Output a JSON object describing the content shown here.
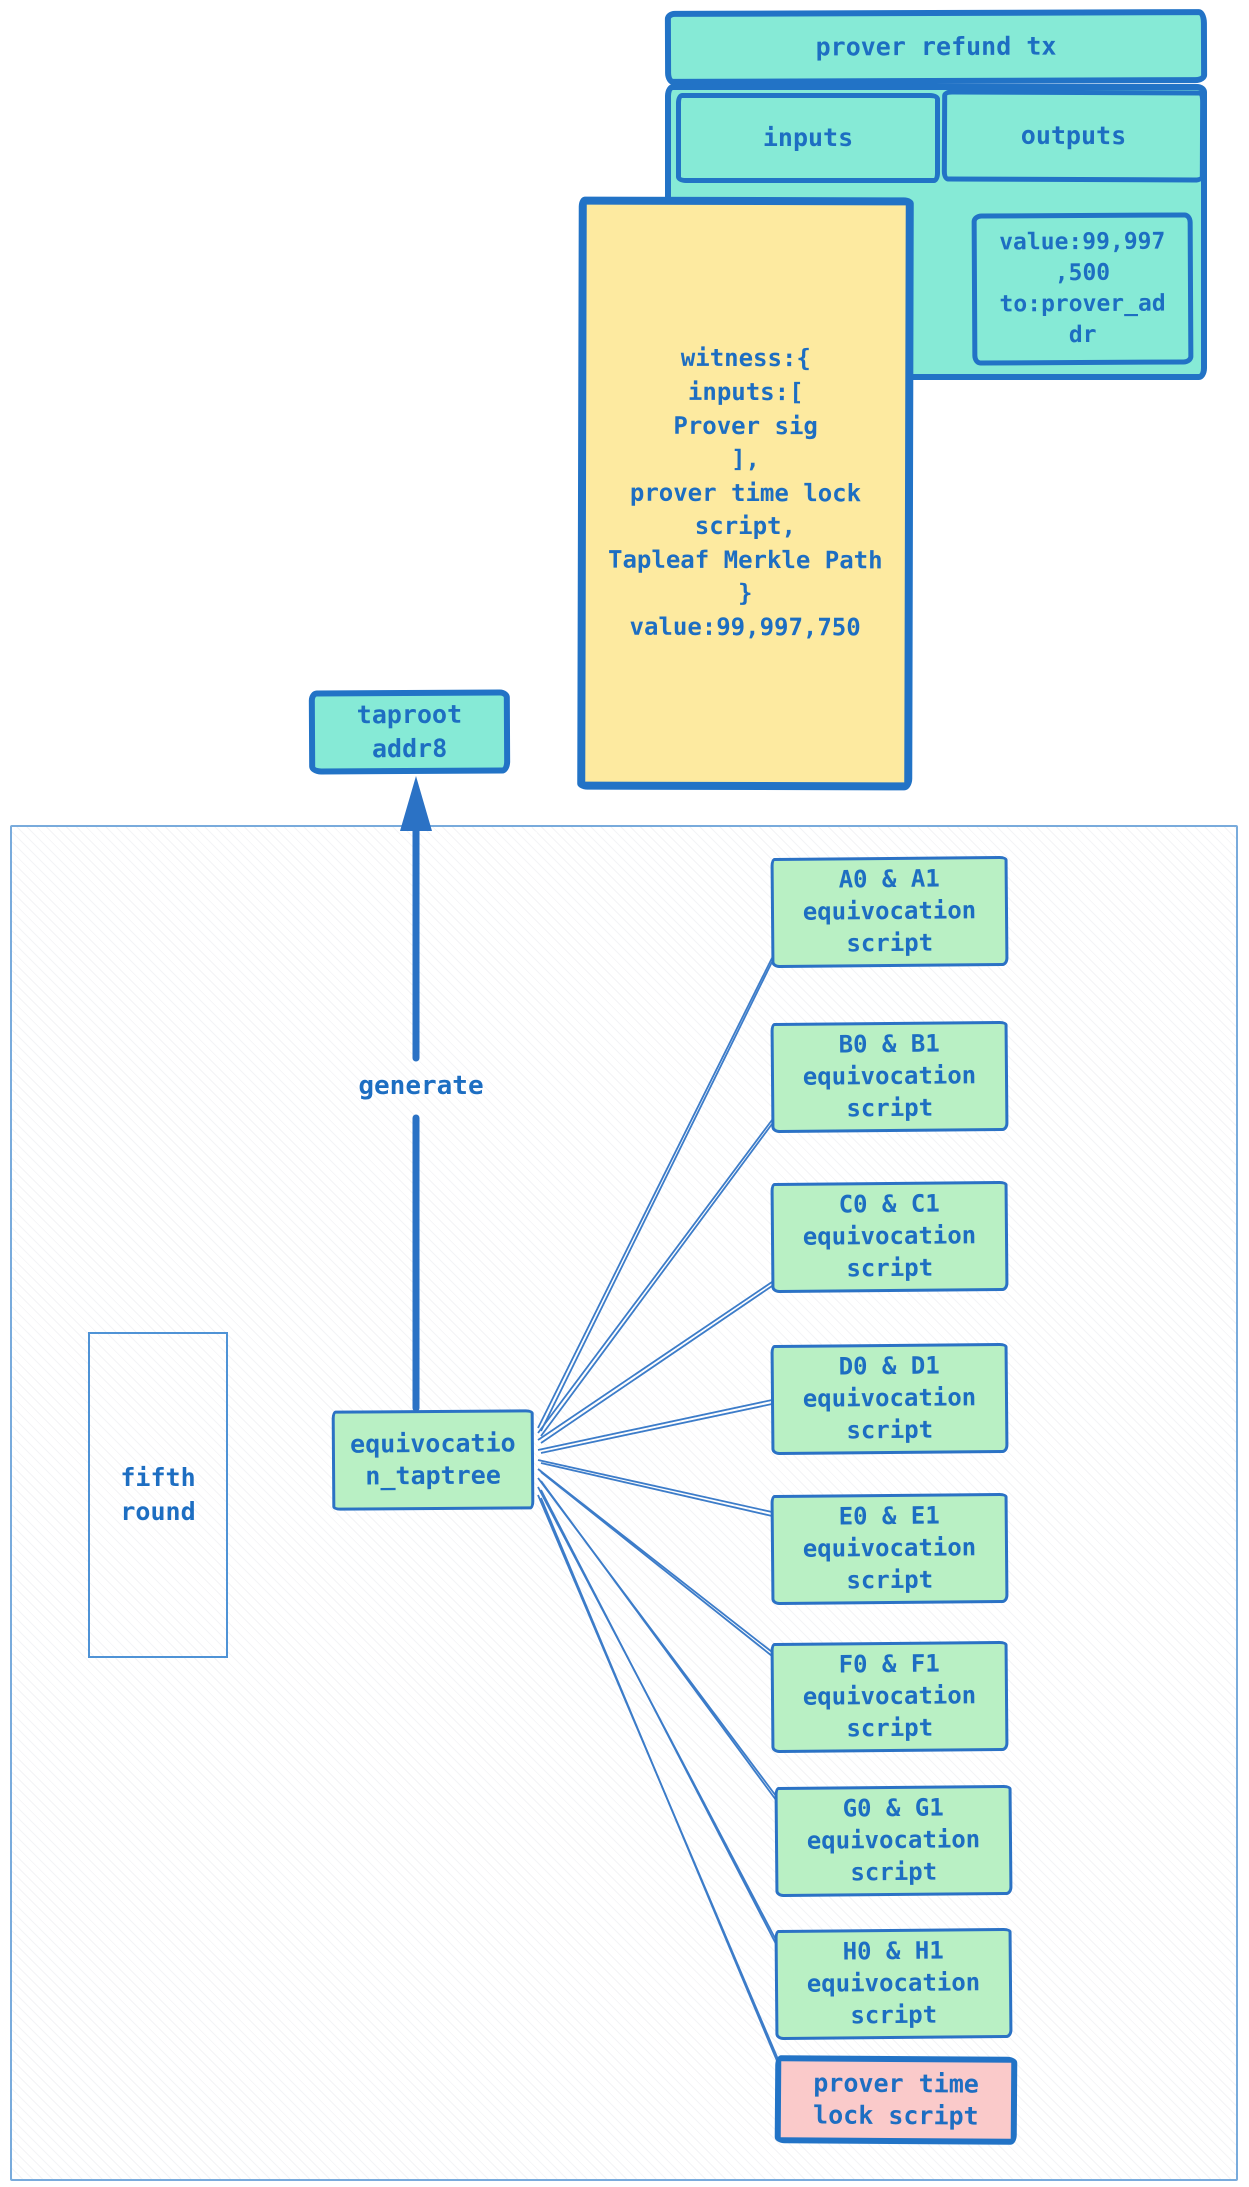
{
  "colors": {
    "teal_fill": "#86ead6",
    "yellow_fill": "#fdeaa0",
    "green_fill": "#b9f0c4",
    "pink_fill": "#facaca",
    "ink_blue": "#1d6ec2",
    "border_blue": "#2273c6",
    "container_border_blue": "#79abdc"
  },
  "refund_tx": {
    "title": "prover refund tx",
    "inputs_label": "inputs",
    "outputs_label": "outputs",
    "witness": "witness:{\ninputs:[\nProver sig\n],\nprover time lock\nscript,\nTapleaf Merkle Path\n}\nvalue:99,997,750",
    "output_value": "value:99,997\n,500\nto:prover_ad\ndr"
  },
  "taproot_label": "taproot\naddr8",
  "generate_label": "generate",
  "round_label": "fifth\nround",
  "taptree_label": "equivocatio\nn_taptree",
  "scripts": [
    {
      "label": "A0 & A1\nequivocation\nscript"
    },
    {
      "label": "B0 & B1\nequivocation\nscript"
    },
    {
      "label": "C0 & C1\nequivocation\nscript"
    },
    {
      "label": "D0 & D1\nequivocation\nscript"
    },
    {
      "label": "E0 & E1\nequivocation\nscript"
    },
    {
      "label": "F0 & F1\nequivocation\nscript"
    },
    {
      "label": "G0 & G1\nequivocation\nscript"
    },
    {
      "label": "H0 & H1\nequivocation\nscript"
    }
  ],
  "timelock_label": "prover time\nlock script"
}
